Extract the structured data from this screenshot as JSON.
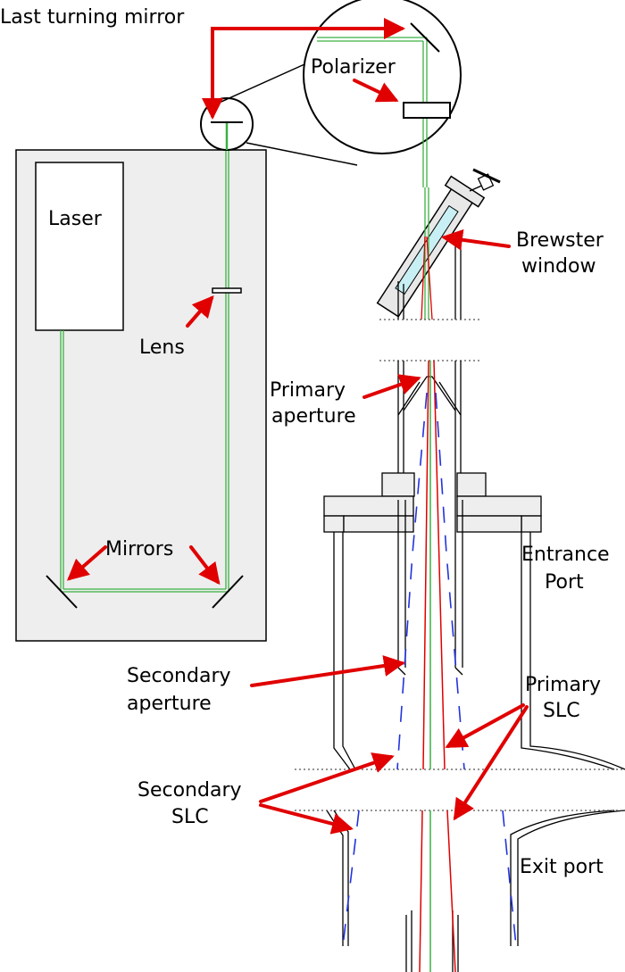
{
  "labels": {
    "last_turning_mirror": "Last turning mirror",
    "polarizer": "Polarizer",
    "laser": "Laser",
    "lens": "Lens",
    "brewster_1": "Brewster",
    "brewster_2": "window",
    "primary_aperture_1": "Primary",
    "primary_aperture_2": "aperture",
    "entrance_port_1": "Entrance",
    "entrance_port_2": "Port",
    "mirrors": "Mirrors",
    "secondary_aperture_1": "Secondary",
    "secondary_aperture_2": "aperture",
    "primary_slc_1": "Primary",
    "primary_slc_2": "SLC",
    "secondary_slc_1": "Secondary",
    "secondary_slc_2": "SLC",
    "exit_port": "Exit port"
  },
  "colors": {
    "beam": "#3cb043",
    "annotation_arrow": "#e00000",
    "trajectory": "#2233dd",
    "laser_enclosure": "#eeeeee",
    "brewster_glass": "#c8f0f4",
    "outline": "#000000"
  }
}
